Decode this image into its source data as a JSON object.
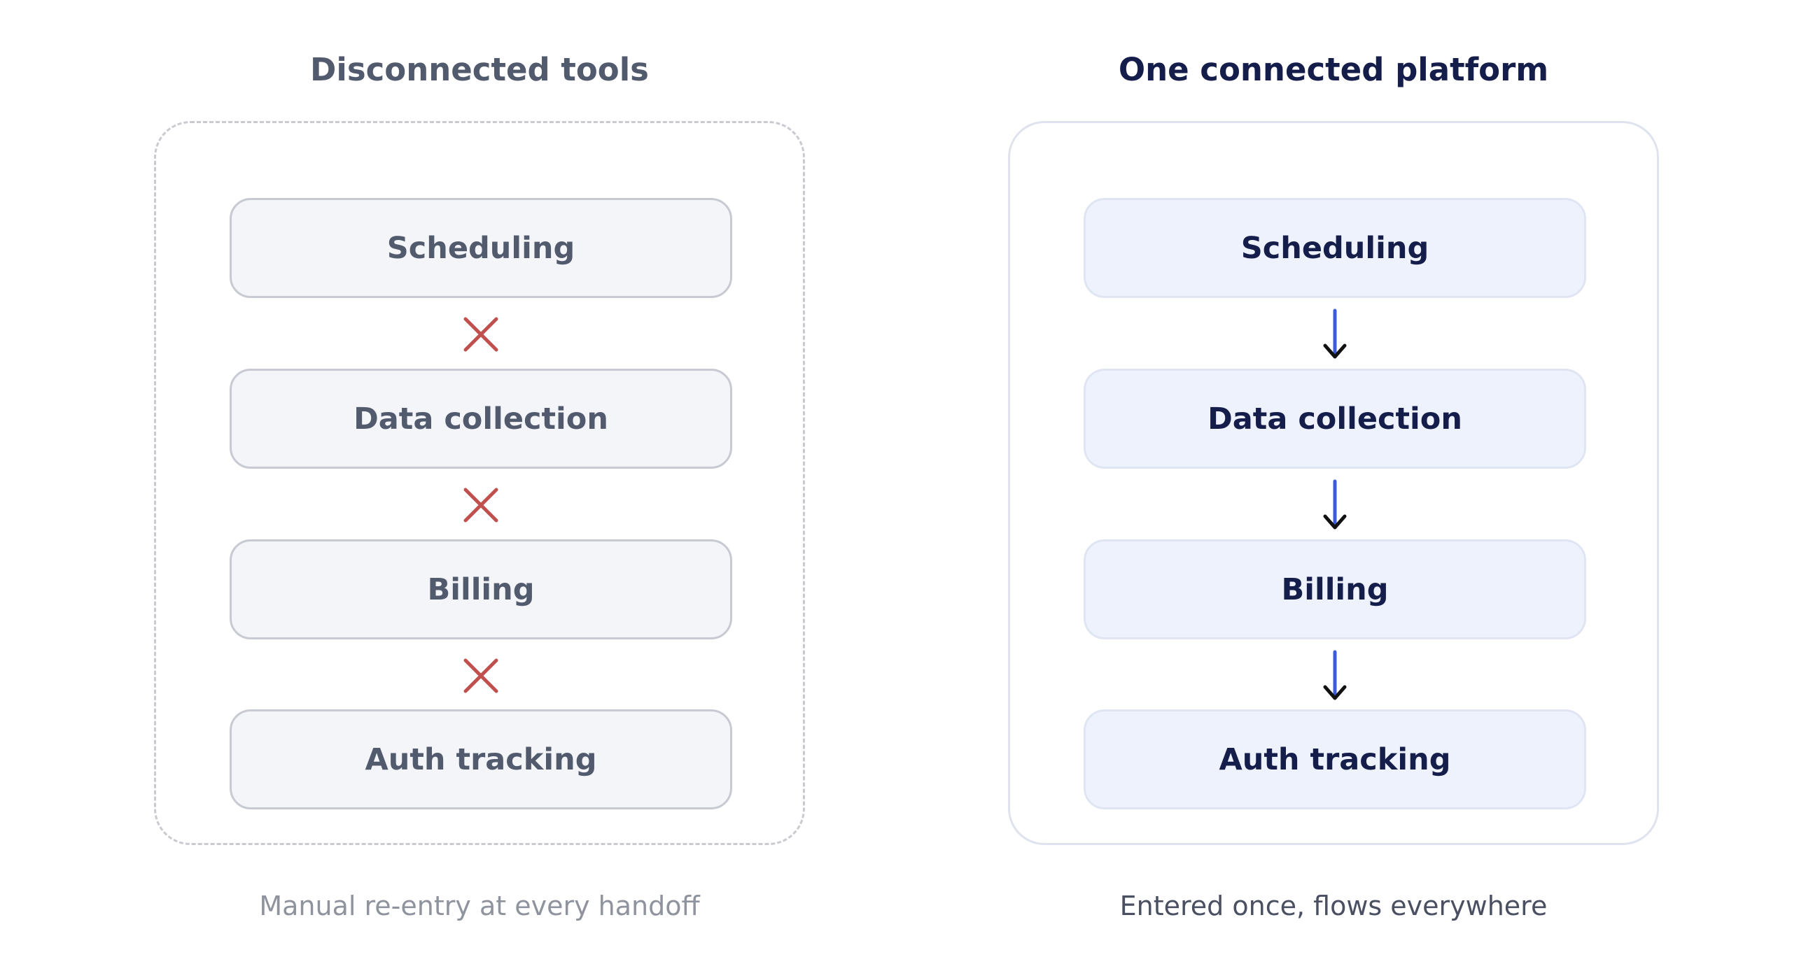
{
  "left": {
    "title": "Disconnected tools",
    "items": [
      "Scheduling",
      "Data collection",
      "Billing",
      "Auth tracking"
    ],
    "caption": "Manual re-entry at every handoff",
    "connector_icon": "x-icon",
    "connector_color": "#c0504d"
  },
  "right": {
    "title": "One connected platform",
    "items": [
      "Scheduling",
      "Data collection",
      "Billing",
      "Auth tracking"
    ],
    "caption": "Entered once, flows everywhere",
    "connector_icon": "arrow-down-icon",
    "connector_color": "#3b5bdb"
  }
}
